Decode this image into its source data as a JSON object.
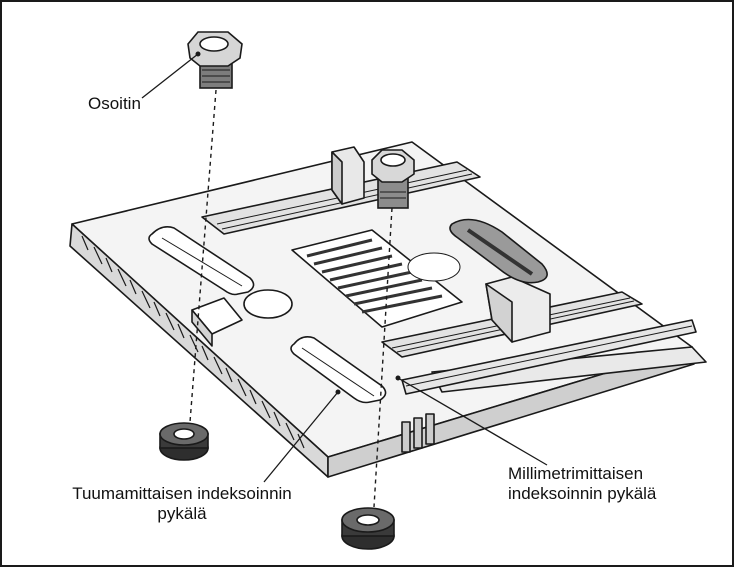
{
  "labels": {
    "pointer": "Osoitin",
    "inch_notch": {
      "line1": "Tuumamittaisen indeksoinnin",
      "line2": "pykälä"
    },
    "mm_notch": {
      "line1": "Millimetrimittaisen",
      "line2": "indeksoinnin pykälä"
    }
  }
}
